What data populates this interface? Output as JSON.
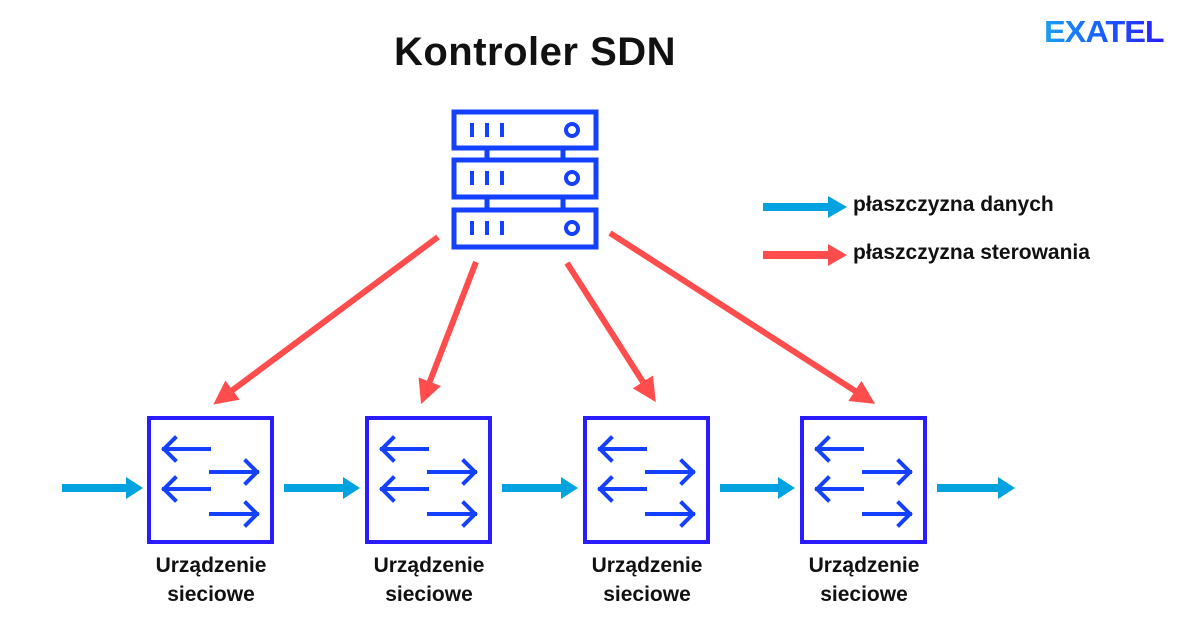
{
  "title": "Kontroler SDN",
  "logo": "EXATEL",
  "legend": [
    {
      "label": "płaszczyzna danych",
      "color": "#00a3e0"
    },
    {
      "label": "płaszczyzna sterowania",
      "color": "#ff4d4d"
    }
  ],
  "colors": {
    "device_blue": "#2a1cff",
    "server_blue": "#1440ff",
    "data_plane": "#00a3e0",
    "control_plane": "#ff4d4d"
  },
  "controller": {
    "icon": "server-rack-icon",
    "units": 3
  },
  "devices": [
    {
      "line1": "Urządzenie",
      "line2": "sieciowe",
      "icon": "switch-arrows-icon"
    },
    {
      "line1": "Urządzenie",
      "line2": "sieciowe",
      "icon": "switch-arrows-icon"
    },
    {
      "line1": "Urządzenie",
      "line2": "sieciowe",
      "icon": "switch-arrows-icon"
    },
    {
      "line1": "Urządzenie",
      "line2": "sieciowe",
      "icon": "switch-arrows-icon"
    }
  ]
}
